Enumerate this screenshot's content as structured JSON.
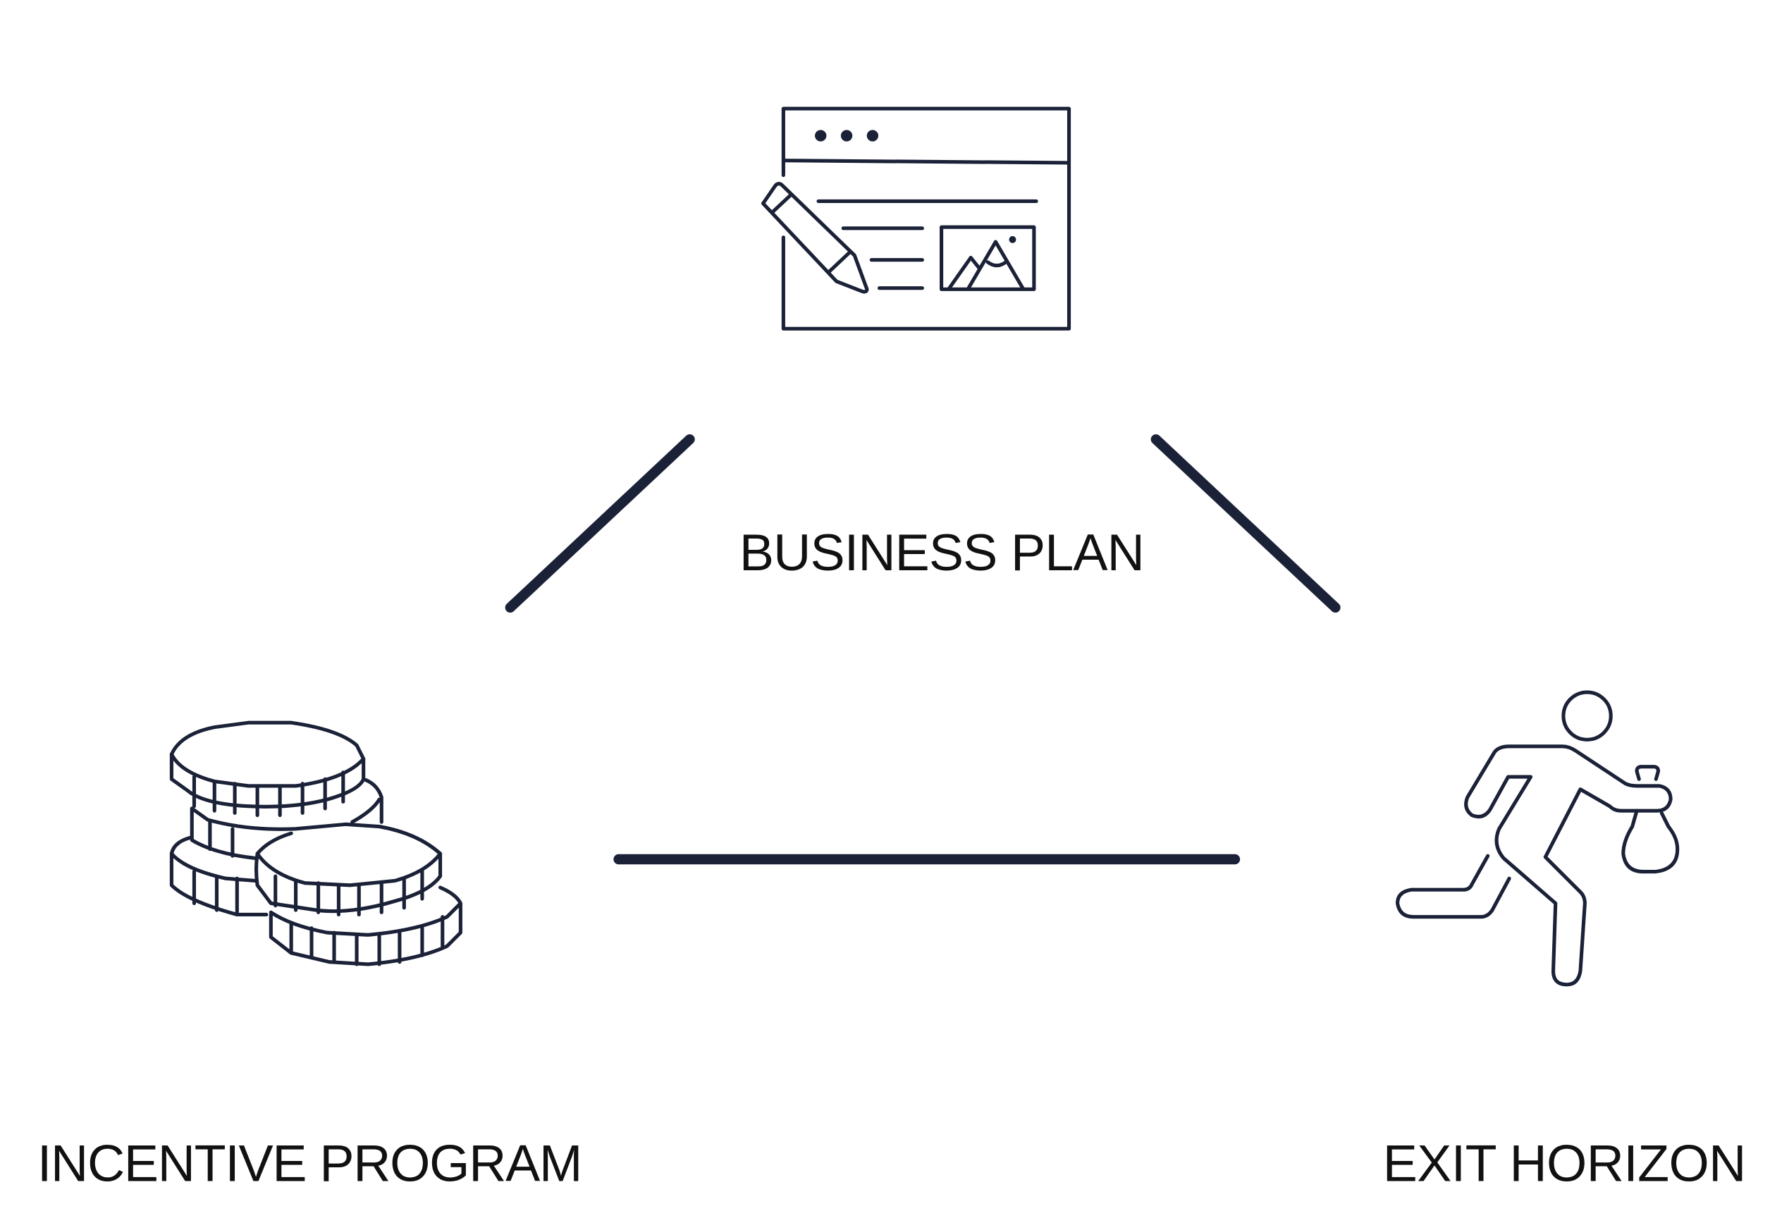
{
  "nodes": {
    "top": {
      "label": "BUSINESS PLAN",
      "icon": "browser-pencil-icon"
    },
    "left": {
      "label": "INCENTIVE PROGRAM",
      "icon": "coins-stack-icon"
    },
    "right": {
      "label": "EXIT HORIZON",
      "icon": "running-man-money-bag-icon"
    }
  },
  "colors": {
    "stroke": "#1b2238",
    "text": "#111111",
    "background": "#ffffff"
  }
}
